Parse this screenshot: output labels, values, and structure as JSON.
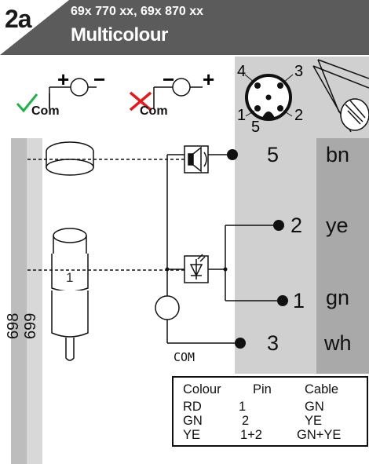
{
  "header": {
    "tag": "2a",
    "line1": "69x 770 xx, 69x 870 xx",
    "line2": "Multicolour"
  },
  "polarity": {
    "ok": {
      "plus": "+",
      "minus": "−",
      "com": "Com"
    },
    "wrong": {
      "plus": "+",
      "minus": "−",
      "com": "Com"
    }
  },
  "connector": {
    "pins": [
      "4",
      "3",
      "1",
      "2",
      "5"
    ]
  },
  "wiring": [
    {
      "pin": "5",
      "color": "bn"
    },
    {
      "pin": "2",
      "color": "ye"
    },
    {
      "pin": "1",
      "color": "gn"
    },
    {
      "pin": "3",
      "color": "wh"
    }
  ],
  "module_label": "1",
  "com_label": "COM",
  "side_labels": [
    "698",
    "699"
  ],
  "legend": {
    "headers": [
      "Colour",
      "Pin",
      "Cable"
    ],
    "rows": [
      [
        "RD",
        "1",
        "GN"
      ],
      [
        "GN",
        "2",
        "YE"
      ],
      [
        "YE",
        "1+2",
        "GN+YE"
      ]
    ]
  },
  "colors": {
    "header_bg": "#5b5b5b",
    "pin_band": "#d0d0d0",
    "cable_band": "#a9a9a9",
    "side_band": "#bdbdbd",
    "check_green": "#22b04b",
    "cross_red": "#e4191c"
  }
}
